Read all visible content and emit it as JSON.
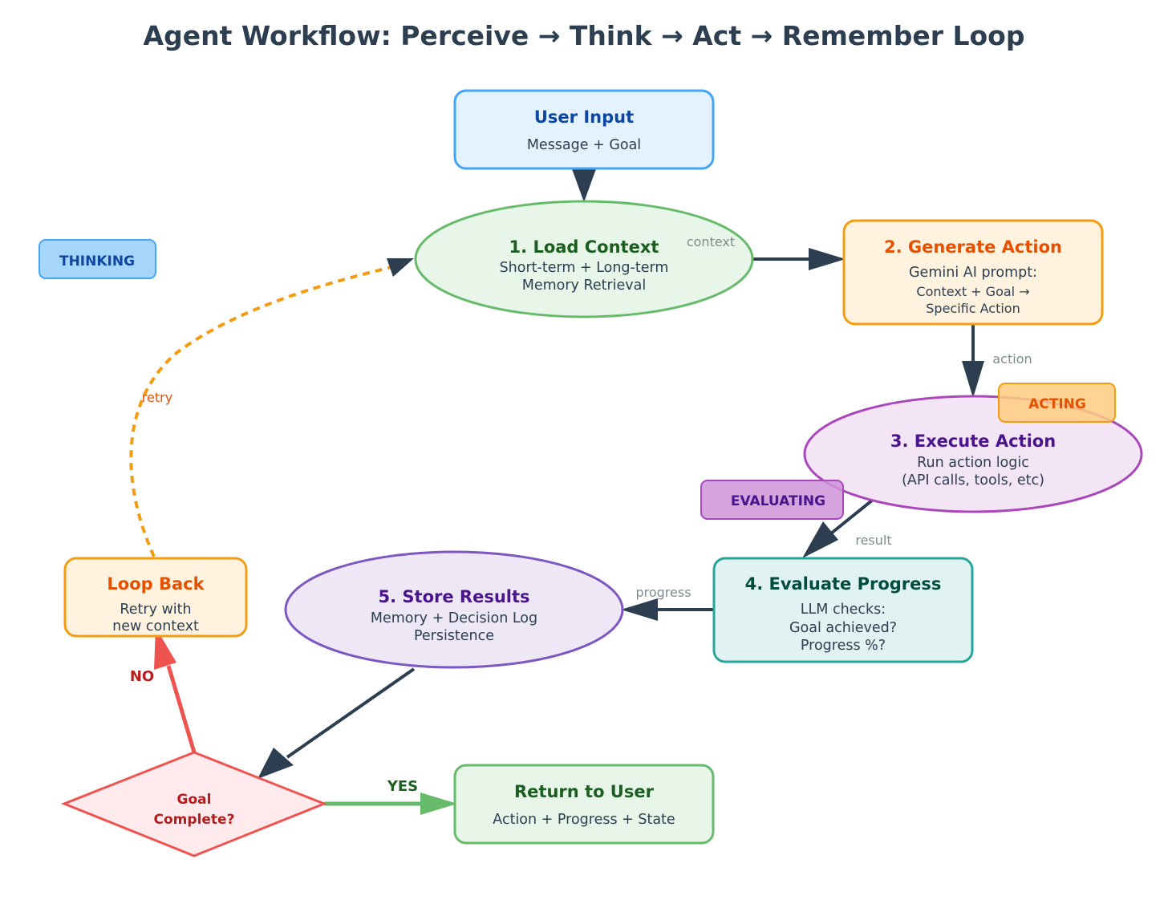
{
  "title": "Agent Workflow: Perceive → Think → Act → Remember Loop",
  "nodes": {
    "user_input": {
      "title": "User Input",
      "subtitle": "Message + Goal"
    },
    "load_context": {
      "title": "1. Load Context",
      "line1": "Short-term + Long-term",
      "line2": "Memory Retrieval"
    },
    "generate_action": {
      "title": "2. Generate Action",
      "line1": "Gemini AI prompt:",
      "line2": "Context + Goal →",
      "line3": "Specific Action"
    },
    "execute_action": {
      "title": "3. Execute Action",
      "line1": "Run action logic",
      "line2": "(API calls, tools, etc)"
    },
    "evaluate_progress": {
      "title": "4. Evaluate Progress",
      "line1": "LLM checks:",
      "line2": "Goal achieved?",
      "line3": "Progress %?"
    },
    "store_results": {
      "title": "5. Store Results",
      "line1": "Memory + Decision Log",
      "line2": "Persistence"
    },
    "loop_back": {
      "title": "Loop Back",
      "line1": "Retry with",
      "line2": "new context"
    },
    "goal_complete": {
      "line1": "Goal",
      "line2": "Complete?"
    },
    "return_to_user": {
      "title": "Return to User",
      "subtitle": "Action + Progress + State"
    }
  },
  "edge_labels": {
    "context": "context",
    "action": "action",
    "result": "result",
    "progress": "progress",
    "retry": "retry",
    "yes": "YES",
    "no": "NO"
  },
  "phase_badges": {
    "thinking": "THINKING",
    "acting": "ACTING",
    "evaluating": "EVALUATING"
  },
  "colors": {
    "title": "#2c3e50",
    "arrow": "#2c3e50",
    "blue_fill": "#e3f2fd",
    "blue_stroke": "#42a5f5",
    "blue_text": "#0d47a1",
    "green_fill": "#e8f5e9",
    "green_stroke": "#66bb6a",
    "green_text": "#1b5e20",
    "orange_fill": "#fff3e0",
    "orange_stroke": "#f39c12",
    "orange_text": "#e65100",
    "purple_fill": "#f3e5f5",
    "purple_stroke": "#ab47bc",
    "purple_text": "#4a148c",
    "teal_fill": "#e0f2f1",
    "teal_stroke": "#26a69a",
    "teal_text": "#004d40",
    "red_fill": "#ffebee",
    "red_stroke": "#ef5350",
    "red_text": "#b71c1c",
    "lavender_fill": "#ede7f6",
    "lavender_stroke": "#7e57c2",
    "lavender_text": "#4a148c",
    "retry_line": "#f39c12",
    "no_arrow": "#ef5350",
    "yes_arrow": "#66bb6a"
  }
}
